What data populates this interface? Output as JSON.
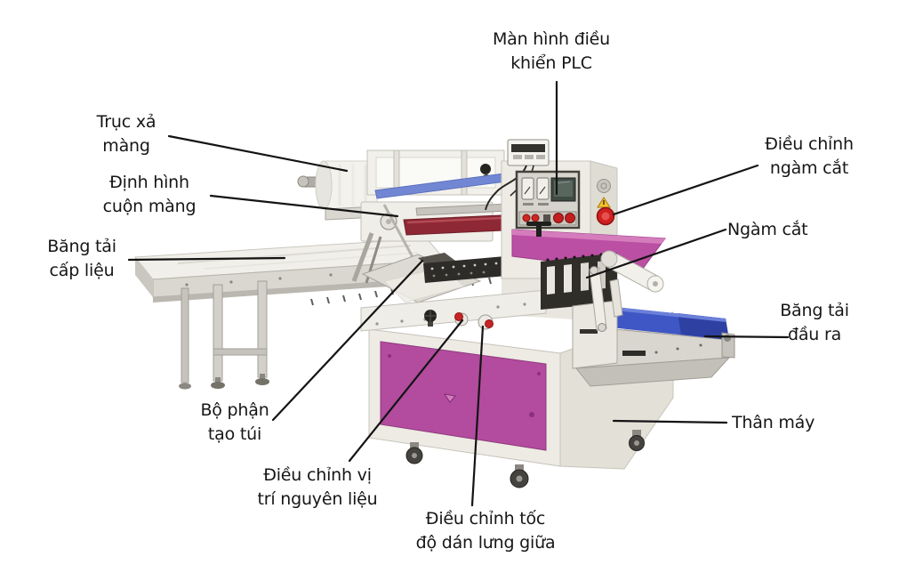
{
  "diagram": {
    "description_domain": "machine-part-callout-diagram",
    "labels": [
      {
        "id": "man-hinh-dieu-khien-plc",
        "text": "Màn hình điều\nkhiển PLC"
      },
      {
        "id": "truc-xa-mang",
        "text": "Trục xả\nmàng"
      },
      {
        "id": "dinh-hinh-cuon-mang",
        "text": "Định hình\ncuộn màng"
      },
      {
        "id": "bang-tai-cap-lieu",
        "text": "Băng tải\ncấp liệu"
      },
      {
        "id": "dieu-chinh-ngam-cat",
        "text": "Điều chỉnh\nngàm cắt"
      },
      {
        "id": "ngam-cat",
        "text": "Ngàm cắt"
      },
      {
        "id": "bang-tai-dau-ra",
        "text": "Băng tải\nđầu ra"
      },
      {
        "id": "than-may",
        "text": "Thân máy"
      },
      {
        "id": "bo-phan-tao-tui",
        "text": "Bộ phận\ntạo túi"
      },
      {
        "id": "dieu-chinh-vi-tri-nguyen-lieu",
        "text": "Điều chỉnh vị\ntrí nguyên liệu"
      },
      {
        "id": "dieu-chinh-toc-do-dan-lung-giua",
        "text": "Điều chỉnh tốc\nđộ dán lưng giữa"
      }
    ],
    "colors": {
      "label_text": "#161616",
      "leader_line": "#141414",
      "machine_body": "#edebe3",
      "magenta_panel": "#b34b9e",
      "magenta_cover": "#bb4fa3",
      "belt_blue": "#3f57c4",
      "film_bar_blue": "#7287d4",
      "roller_red": "#8e2834",
      "estop_red": "#cf1f1f",
      "warning_yellow": "#f2c12e"
    }
  }
}
